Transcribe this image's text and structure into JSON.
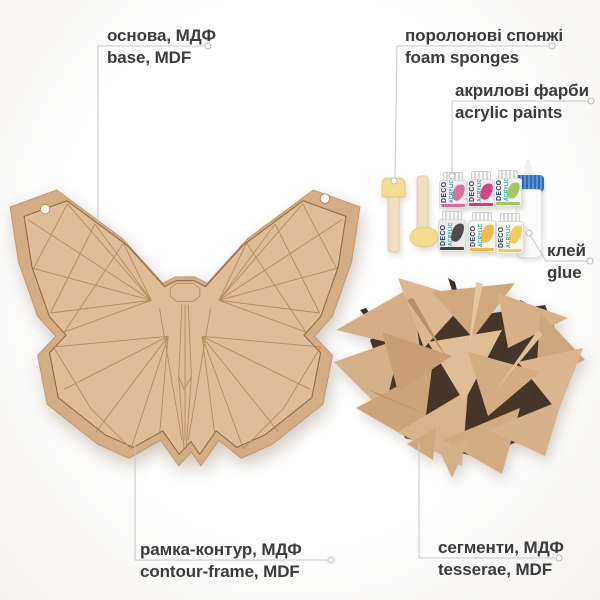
{
  "labels": {
    "base": {
      "uk": "основа, МДФ",
      "en": "base, MDF"
    },
    "sponges": {
      "uk": "поролонові спонжі",
      "en": "foam sponges"
    },
    "paints": {
      "uk": "акрилові фарби",
      "en": "acrylic paints"
    },
    "glue": {
      "uk": "клей",
      "en": "glue"
    },
    "frame": {
      "uk": "рамка-контур, МДФ",
      "en": "contour-frame, MDF"
    },
    "tesserae": {
      "uk": "сегменти, МДФ",
      "en": "tesserae, MDF"
    }
  },
  "paint_bottles": {
    "brand": "DECO",
    "line": "ACRYLIC",
    "colors": [
      "#db6a9b",
      "#cf3d7c",
      "#9ec45f",
      "#454545",
      "#f0b844",
      "#f2cb56"
    ]
  },
  "palette": {
    "mdf_base": "#e0bd97",
    "mdf_frame": "#d5ad84",
    "engrave_line": "#b08655",
    "leader_line": "#c7c7c7",
    "label_text": "#3b3b3b",
    "glue_cap_blue": "#2e6cb5",
    "foam_yellow": "#f4dd92",
    "handle_wood": "#f0e0c2"
  }
}
